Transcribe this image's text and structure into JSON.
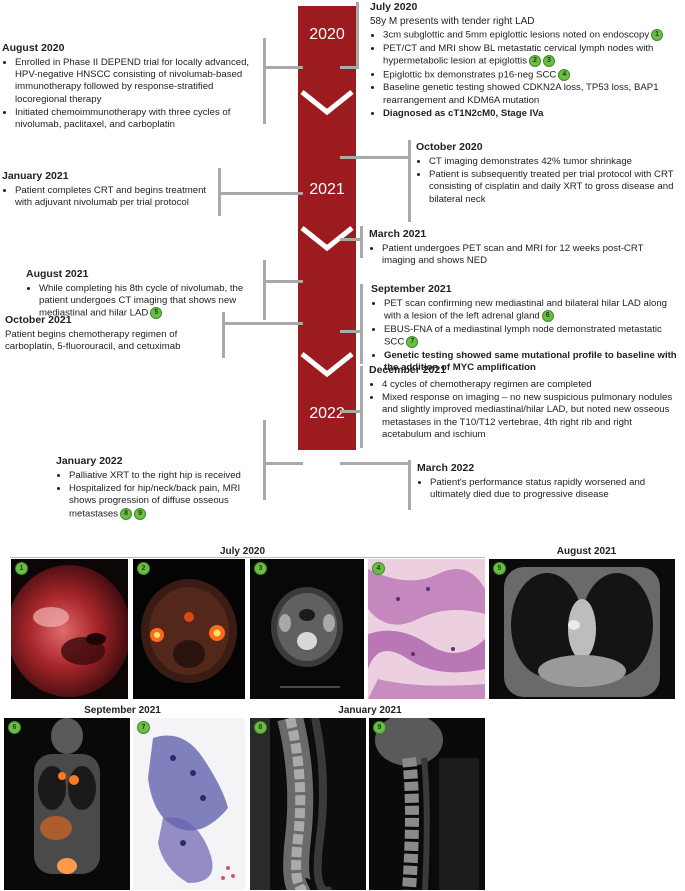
{
  "timeline": {
    "years": [
      "2020",
      "2021",
      "2022"
    ],
    "events": {
      "jul2020": {
        "title": "July 2020",
        "intro": "58y M presents with tender right LAD",
        "items": [
          {
            "text": "3cm subglottic and 5mm epiglottic lesions noted on endoscopy",
            "badges": [
              "1"
            ]
          },
          {
            "text": "PET/CT and MRI show BL metastatic cervical lymph nodes with hypermetabolic lesion at epiglottis",
            "badges": [
              "2",
              "3"
            ]
          },
          {
            "text": "Epiglottic bx demonstrates p16-neg SCC",
            "badges": [
              "4"
            ]
          },
          {
            "text": "Baseline genetic testing showed CDKN2A loss, TP53 loss, BAP1 rearrangement and KDM6A mutation",
            "badges": []
          },
          {
            "text": "Diagnosed as cT1N2cM0, Stage IVa",
            "badges": [],
            "bold": true
          }
        ]
      },
      "aug2020": {
        "title": "August 2020",
        "items": [
          {
            "text": "Enrolled in Phase II DEPEND trial for locally advanced, HPV-negative HNSCC consisting of nivolumab-based immunotherapy followed by response-stratified locoregional therapy",
            "badges": []
          },
          {
            "text": "Initiated chemoimmunotherapy with three cycles of nivolumab, paclitaxel, and carboplatin",
            "badges": []
          }
        ]
      },
      "oct2020": {
        "title": "October 2020",
        "items": [
          {
            "text": "CT imaging demonstrates 42% tumor shrinkage",
            "badges": []
          },
          {
            "text": "Patient is subsequently treated per trial protocol with CRT consisting of cisplatin and daily XRT to gross disease and bilateral neck",
            "badges": []
          }
        ]
      },
      "jan2021": {
        "title": "January 2021",
        "items": [
          {
            "text": "Patient completes CRT and begins treatment with adjuvant nivolumab per trial protocol",
            "badges": []
          }
        ]
      },
      "mar2021": {
        "title": "March 2021",
        "items": [
          {
            "text": "Patient undergoes PET scan and MRI for 12 weeks post-CRT imaging and shows NED",
            "badges": []
          }
        ]
      },
      "aug2021": {
        "title": "August 2021",
        "items": [
          {
            "text": "While completing his 8th cycle of nivolumab, the patient undergoes CT imaging that shows new mediastinal and hilar LAD",
            "badges": [
              "5"
            ]
          }
        ]
      },
      "sep2021": {
        "title": "September 2021",
        "items": [
          {
            "text": "PET scan confirming new mediastinal and bilateral hilar LAD along with a lesion of the left adrenal gland",
            "badges": [
              "6"
            ]
          },
          {
            "text": "EBUS-FNA of a mediastinal lymph node demonstrated metastatic SCC",
            "badges": [
              "7"
            ]
          },
          {
            "text": "Genetic testing showed same mutational profile to baseline with the addition of MYC amplification",
            "badges": [],
            "bold": true
          }
        ]
      },
      "oct2021": {
        "title": "October 2021",
        "items": [
          {
            "text": "Patient begins chemotherapy regimen of carboplatin, 5-fluorouracil, and cetuximab",
            "badges": []
          }
        ]
      },
      "dec2021": {
        "title": "December 2021",
        "items": [
          {
            "text": "4 cycles of chemotherapy regimen are completed",
            "badges": []
          },
          {
            "text": "Mixed response on imaging – no new suspicious pulmonary nodules and slightly improved mediastinal/hilar LAD, but noted new osseous metastases in the T10/T12 vertebrae, 4th right rib and right acetabulum and ischium",
            "badges": []
          }
        ]
      },
      "jan2022": {
        "title": "January 2022",
        "items": [
          {
            "text": "Palliative XRT to the right hip is received",
            "badges": []
          },
          {
            "text": "Hospitalized for hip/neck/back pain, MRI shows progression of diffuse osseous metastases",
            "badges": [
              "8",
              "9"
            ]
          }
        ]
      },
      "mar2022": {
        "title": "March 2022",
        "items": [
          {
            "text": "Patient's performance status rapidly worsened and ultimately died due to progressive disease",
            "badges": []
          }
        ]
      }
    }
  },
  "images": {
    "sections": {
      "jul2020": "July 2020",
      "aug2021": "August 2021",
      "sep2021": "September 2021",
      "jan2021": "January 2021"
    },
    "panels": [
      "1",
      "2",
      "3",
      "4",
      "5",
      "6",
      "7",
      "8",
      "9"
    ]
  },
  "colors": {
    "timeline_bar": "#9b1b1f",
    "badge": "#6cbd45",
    "connector": "#a9a9a9"
  }
}
